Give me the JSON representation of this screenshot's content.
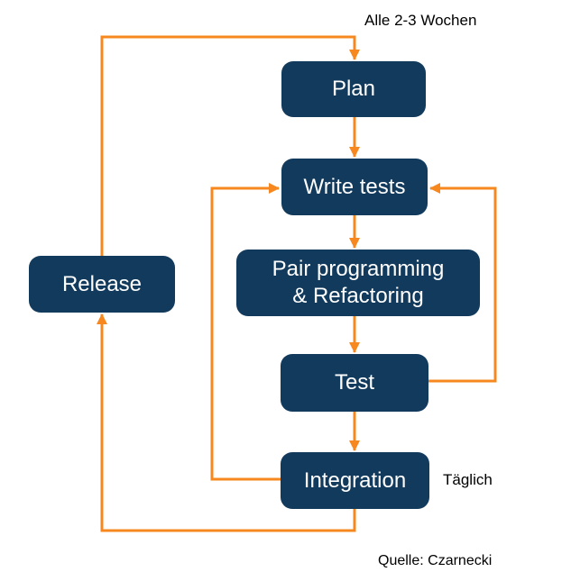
{
  "diagram": {
    "nodes": {
      "plan": {
        "label": "Plan"
      },
      "write_tests": {
        "label": "Write tests"
      },
      "pair": {
        "label": "Pair programming",
        "label2": "& Refactoring"
      },
      "test": {
        "label": "Test"
      },
      "integration": {
        "label": "Integration"
      },
      "release": {
        "label": "Release"
      }
    },
    "notes": {
      "cycle": "Alle 2-3 Wochen",
      "daily": "Täglich",
      "source": "Quelle: Czarnecki"
    },
    "colors": {
      "node_fill": "#123a5c",
      "node_text": "#ffffff",
      "arrow": "#f6881f",
      "label_text": "#000000",
      "background": "#ffffff"
    }
  }
}
